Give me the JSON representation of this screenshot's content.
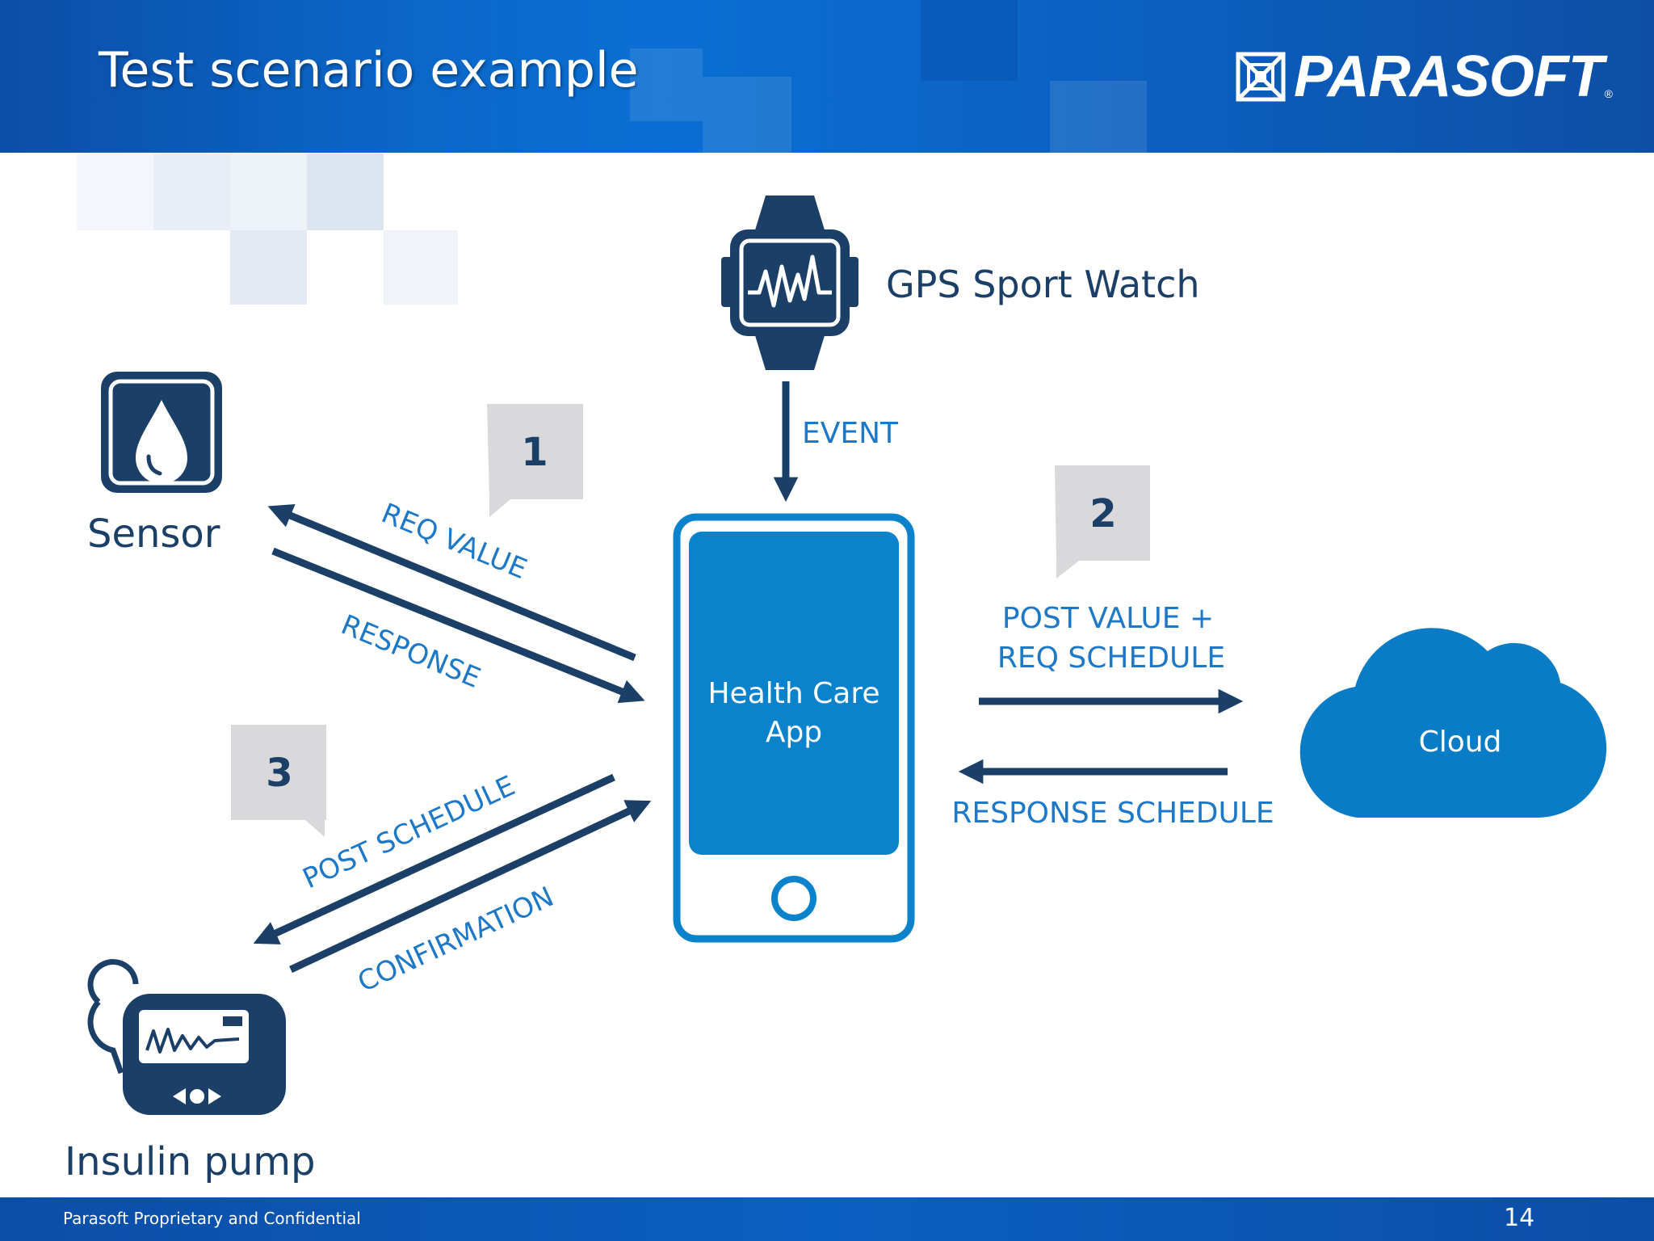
{
  "slide": {
    "title": "Test scenario example",
    "footer_text": "Parasoft Proprietary and Confidential",
    "page_number": "14"
  },
  "logo": {
    "text": "PARASOFT",
    "reg_mark": "®"
  },
  "diagram": {
    "nodes": {
      "watch": {
        "label": "GPS Sport Watch",
        "icon": "smartwatch-icon"
      },
      "sensor": {
        "label": "Sensor",
        "icon": "water-drop-icon"
      },
      "app": {
        "label_line1": "Health Care",
        "label_line2": "App",
        "icon": "smartphone-icon"
      },
      "cloud": {
        "label": "Cloud",
        "icon": "cloud-icon"
      },
      "pump": {
        "label": "Insulin pump",
        "icon": "insulin-pump-icon"
      }
    },
    "steps": [
      "1",
      "2",
      "3"
    ],
    "arrows": {
      "event": "EVENT",
      "req_value": "REQ VALUE",
      "response": "RESPONSE",
      "post_value_line1": "POST VALUE +",
      "post_value_line2": "REQ SCHEDULE",
      "response_schedule": "RESPONSE SCHEDULE",
      "post_schedule": "POST SCHEDULE",
      "confirmation": "CONFIRMATION"
    }
  },
  "colors": {
    "header_blue": "#0b5fc0",
    "dark_navy": "#1b3f66",
    "accent_blue": "#1e78c8",
    "app_fill": "#0a82cc",
    "cloud_fill": "#0a7cc6",
    "callout_gray": "#d9d9dc"
  }
}
